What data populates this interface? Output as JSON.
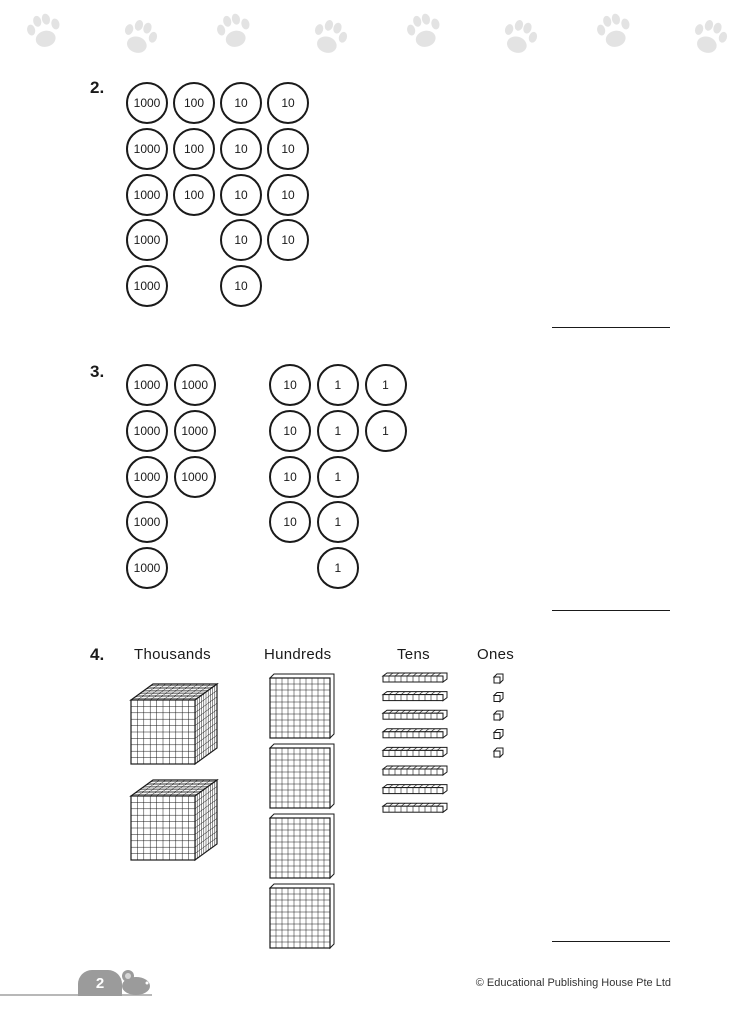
{
  "decoration": {
    "icon": "paw-print-icon",
    "count": 8,
    "color": "#e3e3e3"
  },
  "questions": [
    {
      "number": "2.",
      "discs": [
        [
          "1000",
          "100",
          "10",
          "10"
        ],
        [
          "1000",
          "100",
          "10",
          "10"
        ],
        [
          "1000",
          "100",
          "10",
          "10"
        ],
        [
          "1000",
          "",
          "10",
          "10"
        ],
        [
          "1000",
          "",
          "10",
          ""
        ]
      ]
    },
    {
      "number": "3.",
      "discs": [
        [
          "1000",
          "1000",
          "",
          "10",
          "1",
          "1"
        ],
        [
          "1000",
          "1000",
          "",
          "10",
          "1",
          "1"
        ],
        [
          "1000",
          "1000",
          "",
          "10",
          "1",
          ""
        ],
        [
          "1000",
          "",
          "",
          "10",
          "1",
          ""
        ],
        [
          "1000",
          "",
          "",
          "",
          "1",
          ""
        ]
      ]
    },
    {
      "number": "4.",
      "headers": {
        "thousands": "Thousands",
        "hundreds": "Hundreds",
        "tens": "Tens",
        "ones": "Ones"
      },
      "counts": {
        "thousands": 2,
        "hundreds": 4,
        "tens": 8,
        "ones": 5
      }
    }
  ],
  "footer": {
    "page_number": "2",
    "copyright": "© Educational Publishing House Pte Ltd"
  }
}
